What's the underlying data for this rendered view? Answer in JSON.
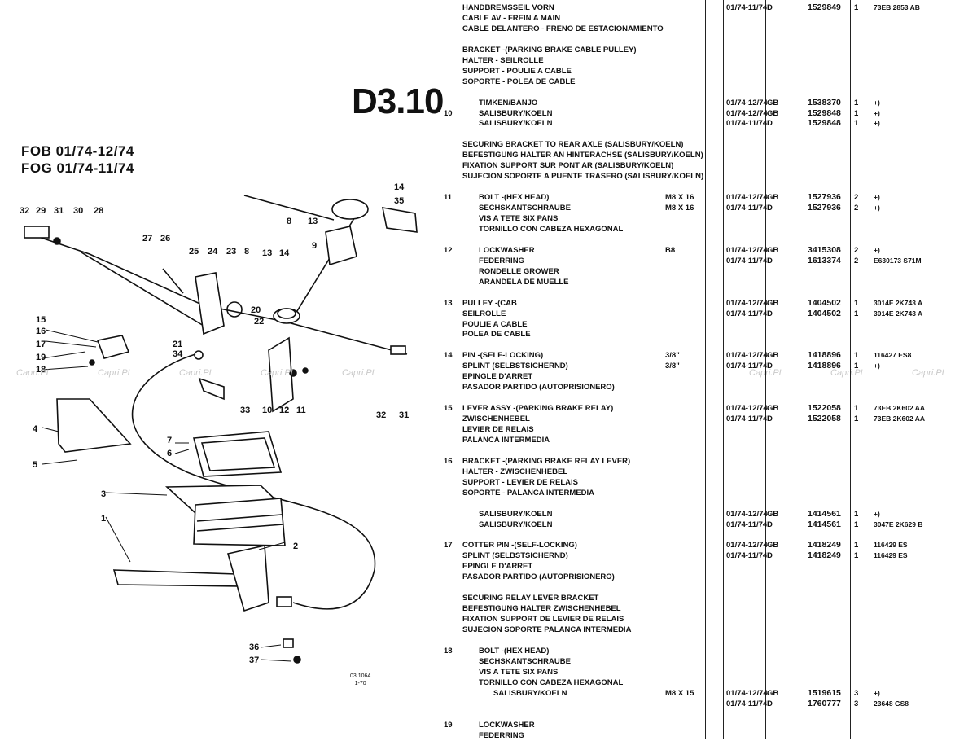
{
  "page_code": "D3.10",
  "models": [
    "FOB 01/74-12/74",
    "FOG 01/74-11/74"
  ],
  "drawing_code": [
    "03 1064",
    "1-70"
  ],
  "watermark": "Capri.PL",
  "diagram_labels": [
    "32",
    "29",
    "31",
    "30",
    "28",
    "27",
    "26",
    "25",
    "24",
    "23",
    "8",
    "13",
    "14",
    "15",
    "16",
    "17",
    "19",
    "18",
    "21",
    "34",
    "20",
    "22",
    "33",
    "10",
    "12",
    "11",
    "32",
    "31",
    "4",
    "5",
    "7",
    "6",
    "3",
    "1",
    "2",
    "36",
    "37",
    "8",
    "13",
    "9",
    "14",
    "35"
  ],
  "rows": [
    {
      "desc": "HANDBREMSSEIL VORN",
      "date": "01/74-11/74",
      "mkt": "D",
      "part": "1529849",
      "qty": "1",
      "ref": "73EB 2853 AB"
    },
    {
      "desc": "CABLE AV - FREIN A MAIN"
    },
    {
      "desc": "CABLE DELANTERO - FRENO DE ESTACIONAMIENTO"
    },
    {
      "desc": ""
    },
    {
      "desc": "BRACKET -(PARKING BRAKE CABLE PULLEY)"
    },
    {
      "desc": "HALTER - SEILROLLE"
    },
    {
      "desc": "SUPPORT - POULIE A CABLE"
    },
    {
      "desc": "SOPORTE - POLEA DE CABLE"
    },
    {
      "desc": ""
    },
    {
      "desc": "TIMKEN/BANJO",
      "indent": 1,
      "date": "01/74-12/74",
      "mkt": "GB",
      "part": "1538370",
      "qty": "1",
      "ref": "+)"
    },
    {
      "no": "10",
      "desc": "SALISBURY/KOELN",
      "indent": 1,
      "date": "01/74-12/74",
      "mkt": "GB",
      "part": "1529848",
      "qty": "1",
      "ref": "+)"
    },
    {
      "desc": "SALISBURY/KOELN",
      "indent": 1,
      "date": "01/74-11/74",
      "mkt": "D",
      "part": "1529848",
      "qty": "1",
      "ref": "+)"
    },
    {
      "desc": ""
    },
    {
      "desc": "SECURING BRACKET TO REAR AXLE (SALISBURY/KOELN)"
    },
    {
      "desc": "BEFESTIGUNG HALTER AN HINTERACHSE (SALISBURY/KOELN)"
    },
    {
      "desc": "FIXATION SUPPORT SUR PONT AR (SALISBURY/KOELN)"
    },
    {
      "desc": "SUJECION SOPORTE A PUENTE TRASERO (SALISBURY/KOELN)"
    },
    {
      "desc": ""
    },
    {
      "no": "11",
      "desc": "BOLT -(HEX HEAD)",
      "indent": 1,
      "size": "M8 X 16",
      "date": "01/74-12/74",
      "mkt": "GB",
      "part": "1527936",
      "qty": "2",
      "ref": "+)"
    },
    {
      "desc": "SECHSKANTSCHRAUBE",
      "indent": 1,
      "size": "M8 X 16",
      "date": "01/74-11/74",
      "mkt": "D",
      "part": "1527936",
      "qty": "2",
      "ref": "+)"
    },
    {
      "desc": "VIS A TETE SIX PANS",
      "indent": 1
    },
    {
      "desc": "TORNILLO CON CABEZA HEXAGONAL",
      "indent": 1
    },
    {
      "desc": ""
    },
    {
      "no": "12",
      "desc": "LOCKWASHER",
      "indent": 1,
      "size": "B8",
      "date": "01/74-12/74",
      "mkt": "GB",
      "part": "3415308",
      "qty": "2",
      "ref": "+)"
    },
    {
      "desc": "FEDERRING",
      "indent": 1,
      "date": "01/74-11/74",
      "mkt": "D",
      "part": "1613374",
      "qty": "2",
      "ref": "E630173 S71M"
    },
    {
      "desc": "RONDELLE GROWER",
      "indent": 1
    },
    {
      "desc": "ARANDELA DE MUELLE",
      "indent": 1
    },
    {
      "desc": ""
    },
    {
      "no": "13",
      "desc": "PULLEY -(CAB",
      "date": "01/74-12/74",
      "mkt": "GB",
      "part": "1404502",
      "qty": "1",
      "ref": "3014E 2K743 A"
    },
    {
      "desc": "SEILROLLE",
      "date": "01/74-11/74",
      "mkt": "D",
      "part": "1404502",
      "qty": "1",
      "ref": "3014E 2K743 A"
    },
    {
      "desc": "POULIE A CABLE"
    },
    {
      "desc": "POLEA DE CABLE"
    },
    {
      "desc": ""
    },
    {
      "no": "14",
      "desc": "PIN -(SELF-LOCKING)",
      "size": "3/8\"",
      "date": "01/74-12/74",
      "mkt": "GB",
      "part": "1418896",
      "qty": "1",
      "ref": "116427 ES8"
    },
    {
      "desc": "SPLINT (SELBSTSICHERND)",
      "size": "3/8\"",
      "date": "01/74-11/74",
      "mkt": "D",
      "part": "1418896",
      "qty": "1",
      "ref": "+)"
    },
    {
      "desc": "EPINGLE D'ARRET"
    },
    {
      "desc": "PASADOR PARTIDO (AUTOPRISIONERO)"
    },
    {
      "desc": ""
    },
    {
      "no": "15",
      "desc": "LEVER ASSY -(PARKING BRAKE RELAY)",
      "date": "01/74-12/74",
      "mkt": "GB",
      "part": "1522058",
      "qty": "1",
      "ref": "73EB 2K602 AA"
    },
    {
      "desc": "ZWISCHENHEBEL",
      "date": "01/74-11/74",
      "mkt": "D",
      "part": "1522058",
      "qty": "1",
      "ref": "73EB 2K602 AA"
    },
    {
      "desc": "LEVIER DE RELAIS"
    },
    {
      "desc": "PALANCA INTERMEDIA"
    },
    {
      "desc": ""
    },
    {
      "no": "16",
      "desc": "BRACKET -(PARKING BRAKE RELAY LEVER)"
    },
    {
      "desc": "HALTER - ZWISCHENHEBEL"
    },
    {
      "desc": "SUPPORT - LEVIER DE RELAIS"
    },
    {
      "desc": "SOPORTE - PALANCA INTERMEDIA"
    },
    {
      "desc": ""
    },
    {
      "desc": "SALISBURY/KOELN",
      "indent": 1,
      "date": "01/74-12/74",
      "mkt": "GB",
      "part": "1414561",
      "qty": "1",
      "ref": "+)"
    },
    {
      "desc": "SALISBURY/KOELN",
      "indent": 1,
      "date": "01/74-11/74",
      "mkt": "D",
      "part": "1414561",
      "qty": "1",
      "ref": "3047E 2K629 B"
    },
    {
      "desc": ""
    },
    {
      "no": "17",
      "desc": "COTTER PIN -(SELF-LOCKING)",
      "date": "01/74-12/74",
      "mkt": "GB",
      "part": "1418249",
      "qty": "1",
      "ref": "116429 ES"
    },
    {
      "desc": "SPLINT (SELBSTSICHERND)",
      "date": "01/74-11/74",
      "mkt": "D",
      "part": "1418249",
      "qty": "1",
      "ref": "116429 ES"
    },
    {
      "desc": "EPINGLE D'ARRET"
    },
    {
      "desc": "PASADOR PARTIDO (AUTOPRISIONERO)"
    },
    {
      "desc": ""
    },
    {
      "desc": "SECURING RELAY LEVER BRACKET"
    },
    {
      "desc": "BEFESTIGUNG HALTER ZWISCHENHEBEL"
    },
    {
      "desc": "FIXATION SUPPORT DE LEVIER DE RELAIS"
    },
    {
      "desc": "SUJECION SOPORTE PALANCA INTERMEDIA"
    },
    {
      "desc": ""
    },
    {
      "no": "18",
      "desc": "BOLT -(HEX HEAD)",
      "indent": 1
    },
    {
      "desc": "SECHSKANTSCHRAUBE",
      "indent": 1
    },
    {
      "desc": "VIS A TETE SIX PANS",
      "indent": 1
    },
    {
      "desc": "TORNILLO CON CABEZA HEXAGONAL",
      "indent": 1
    },
    {
      "desc": "SALISBURY/KOELN",
      "indent": 2,
      "size": "M8 X 15",
      "date": "01/74-12/74",
      "mkt": "GB",
      "part": "1519615",
      "qty": "3",
      "ref": "+)"
    },
    {
      "desc": "",
      "date": "01/74-11/74",
      "mkt": "D",
      "part": "1760777",
      "qty": "3",
      "ref": "23648 GS8"
    },
    {
      "desc": ""
    },
    {
      "no": "19",
      "desc": "LOCKWASHER",
      "indent": 1
    },
    {
      "desc": "FEDERRING",
      "indent": 1
    }
  ]
}
